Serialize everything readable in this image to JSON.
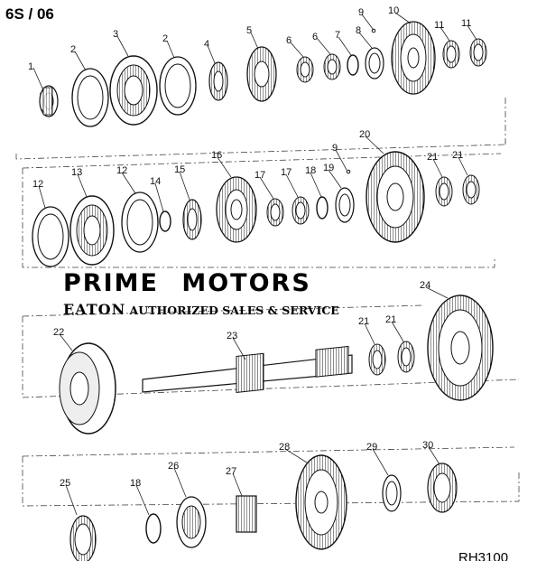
{
  "header": {
    "code": "6S / 06"
  },
  "banner": {
    "title": "PRIME  MOTORS",
    "lead": "EATON",
    "subtitle": " AUTHORIZED SALES & SERVICE"
  },
  "figure": {
    "code": "RH3100"
  },
  "callouts": {
    "row1": [
      "1",
      "2",
      "3",
      "2",
      "4",
      "5",
      "6",
      "6",
      "7",
      "8",
      "9",
      "10",
      "11",
      "11"
    ],
    "row2": [
      "12",
      "13",
      "12",
      "14",
      "15",
      "16",
      "17",
      "17",
      "18",
      "19",
      "9",
      "20",
      "21",
      "21"
    ],
    "row3": [
      "22",
      "23",
      "21",
      "21",
      "24"
    ],
    "row4": [
      "25",
      "18",
      "26",
      "27",
      "28",
      "29",
      "30"
    ]
  }
}
